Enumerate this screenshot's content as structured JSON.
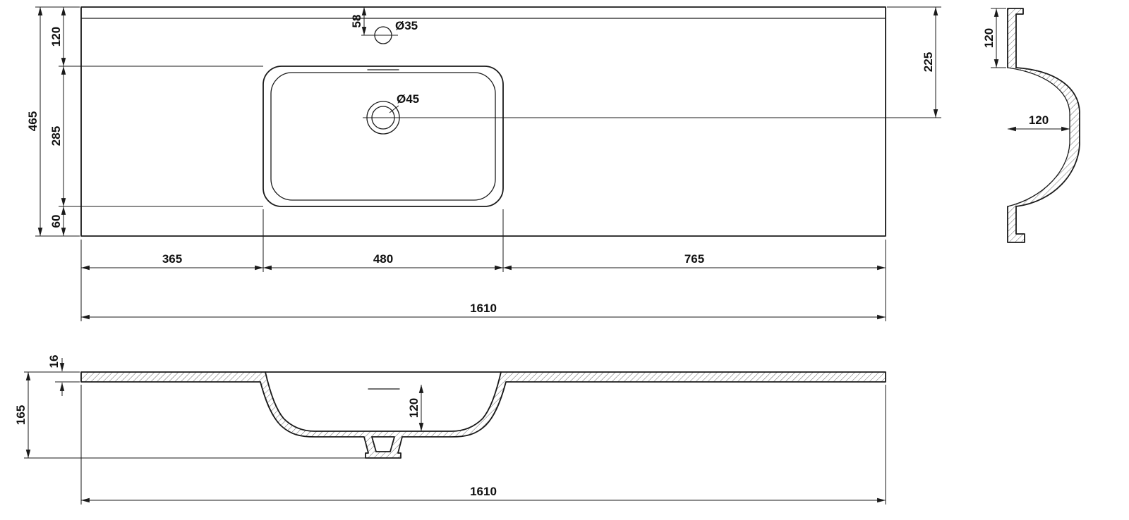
{
  "app": {
    "background": "#ffffff",
    "line_color": "#1a1a1a"
  },
  "plan_view": {
    "dims": {
      "total_depth": "465",
      "back_offset": "120",
      "basin_depth": "285",
      "front_offset": "60",
      "faucet_offset": "58",
      "faucet_diameter": "Ø35",
      "drain_diameter": "Ø45",
      "drain_offset": "225",
      "left_segment": "365",
      "basin_width": "480",
      "right_segment": "765",
      "total_width": "1610"
    }
  },
  "side_view": {
    "dims": {
      "back_offset": "120",
      "basin_depth": "120"
    }
  },
  "front_view": {
    "dims": {
      "top_thickness": "16",
      "total_height": "165",
      "bowl_depth": "120",
      "total_width": "1610"
    }
  }
}
